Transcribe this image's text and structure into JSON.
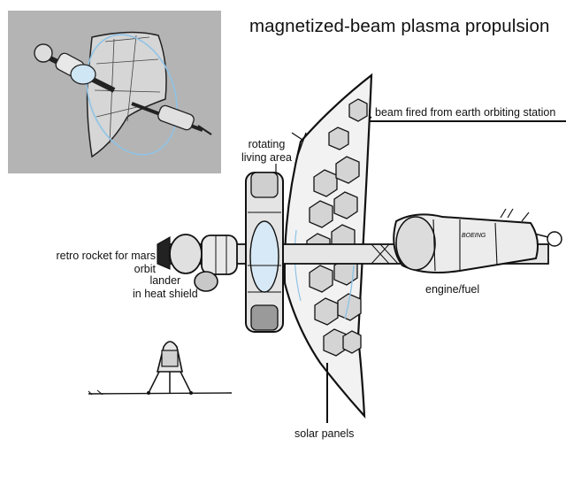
{
  "title": "magnetized-beam plasma propulsion",
  "labels": {
    "beam": "beam fired from earth orbiting station",
    "rotating_line1": "rotating",
    "rotating_line2": "living area",
    "retro_line1": "retro rocket for mars",
    "retro_line2": "orbit",
    "lander_line1": "lander",
    "lander_line2": "in heat shield",
    "engine": "engine/fuel",
    "solar": "solar panels",
    "hull_marking": "BOEING"
  },
  "colors": {
    "background": "#ffffff",
    "thumbnail_background": "#b4b4b4",
    "ink": "#111111",
    "accent_blue": "#8fc3e6"
  }
}
